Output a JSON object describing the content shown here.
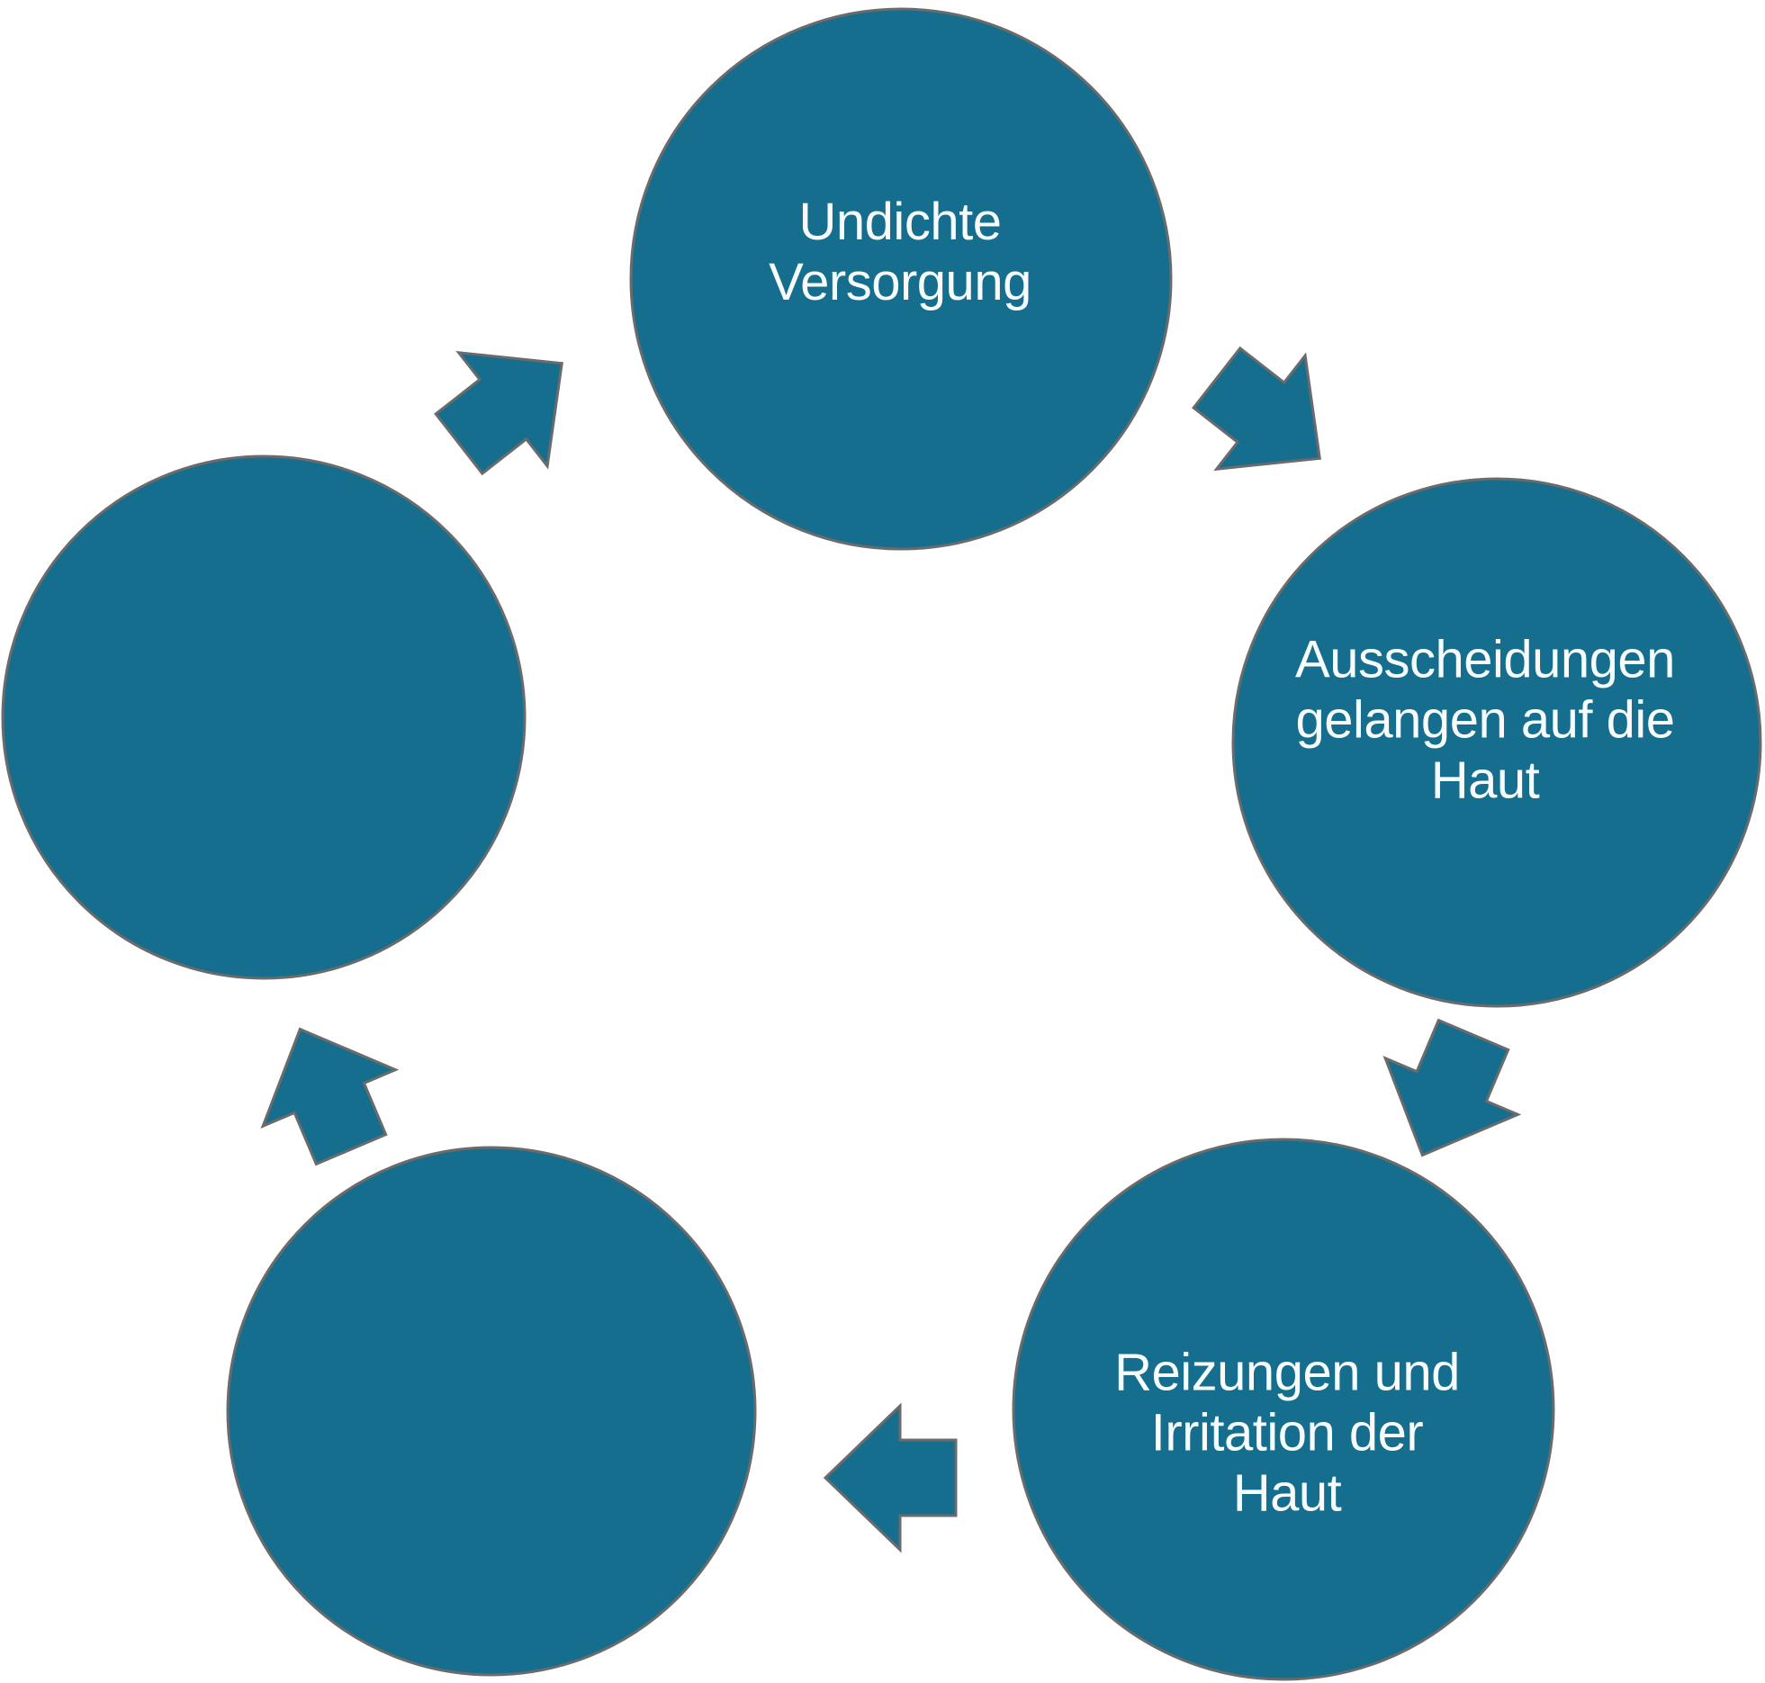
{
  "diagram": {
    "type": "cycle",
    "direction": "clockwise",
    "colors": {
      "node_fill": "#156e8e",
      "outline": "#6b6b6b",
      "label_text": "#f7fbfc",
      "background": "#ffffff"
    },
    "nodes": [
      {
        "id": "undichte-versorgung",
        "position": "top",
        "label": "Undichte Versorgung",
        "lines": [
          "Undichte",
          "Versorgung"
        ]
      },
      {
        "id": "ausscheidungen",
        "position": "right",
        "label": "Ausscheidungen gelangen auf die Haut",
        "lines": [
          "Ausscheidungen",
          "gelangen auf die",
          "Haut"
        ]
      },
      {
        "id": "reizungen",
        "position": "bottom-right",
        "label": "Reizungen und Irritation der Haut",
        "lines": [
          "Reizungen und",
          "Irritation der",
          "Haut"
        ]
      },
      {
        "id": "bottom-left-empty",
        "position": "bottom-left",
        "label": "",
        "lines": []
      },
      {
        "id": "left-empty",
        "position": "left",
        "label": "",
        "lines": []
      }
    ],
    "arrows": [
      {
        "from": "left-empty",
        "to": "undichte-versorgung"
      },
      {
        "from": "undichte-versorgung",
        "to": "ausscheidungen"
      },
      {
        "from": "ausscheidungen",
        "to": "reizungen"
      },
      {
        "from": "reizungen",
        "to": "bottom-left-empty"
      },
      {
        "from": "bottom-left-empty",
        "to": "left-empty"
      }
    ]
  }
}
